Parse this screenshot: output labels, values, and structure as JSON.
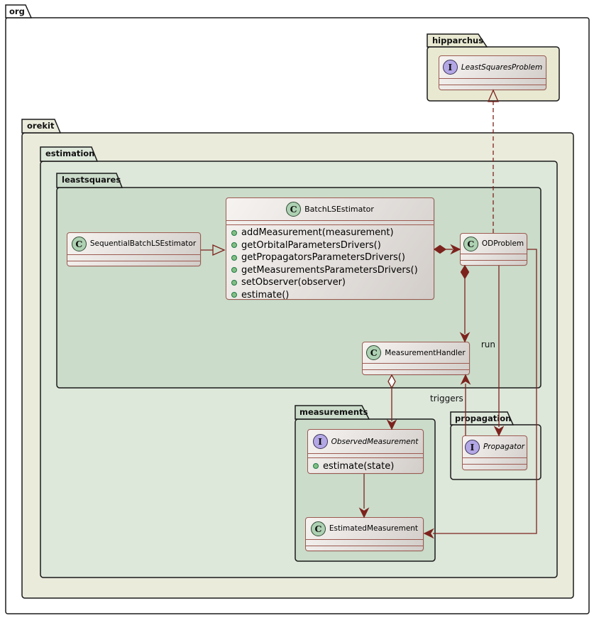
{
  "diagram": {
    "kind": "uml-class-diagram",
    "packages": {
      "org": {
        "label": "org"
      },
      "hipparchus": {
        "label": "hipparchus"
      },
      "orekit": {
        "label": "orekit"
      },
      "estimation": {
        "label": "estimation"
      },
      "leastsquares": {
        "label": "leastsquares"
      },
      "measurements": {
        "label": "measurements"
      },
      "propagation": {
        "label": "propagation"
      }
    },
    "classes": {
      "least_squares_problem": {
        "stereotype": "I",
        "name": "LeastSquaresProblem"
      },
      "sequential_batch_ls_estimator": {
        "stereotype": "C",
        "name": "SequentialBatchLSEstimator"
      },
      "batch_ls_estimator": {
        "stereotype": "C",
        "name": "BatchLSEstimator",
        "methods": [
          "addMeasurement(measurement)",
          "getOrbitalParametersDrivers()",
          "getPropagatorsParametersDrivers()",
          "getMeasurementsParametersDrivers()",
          "setObserver(observer)",
          "estimate()"
        ]
      },
      "od_problem": {
        "stereotype": "C",
        "name": "ODProblem"
      },
      "measurement_handler": {
        "stereotype": "C",
        "name": "MeasurementHandler"
      },
      "observed_measurement": {
        "stereotype": "I",
        "name": "ObservedMeasurement",
        "methods": [
          "estimate(state)"
        ]
      },
      "estimated_measurement": {
        "stereotype": "C",
        "name": "EstimatedMeasurement"
      },
      "propagator": {
        "stereotype": "I",
        "name": "Propagator"
      }
    },
    "edge_labels": {
      "run": "run",
      "triggers": "triggers"
    },
    "colors": {
      "edge": "#7D231E",
      "class_border": "#9C5A50",
      "class_icon_fill": "#ADD1B2",
      "interface_icon_fill": "#B4A7E5",
      "method_bullet_fill": "#84BE84",
      "package_beige": "#E9E9D2",
      "package_green_light": "#DDE7DA",
      "package_green": "#CBDCCA",
      "package_border": "#1B1B1B"
    }
  }
}
